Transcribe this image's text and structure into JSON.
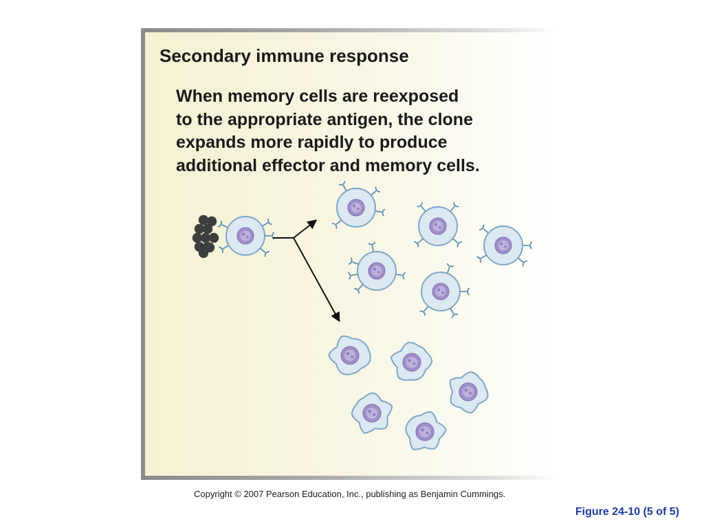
{
  "title": "Secondary immune response",
  "description": [
    "When memory cells are reexposed",
    "to the appropriate antigen, the clone",
    "expands more rapidly to produce",
    "additional effector and memory cells."
  ],
  "copyright": "Copyright © 2007 Pearson Education, Inc., publishing as Benjamin Cummings.",
  "figure_label": "Figure 24-10 (5 of 5)",
  "colors": {
    "cell_fill": "#dce8f2",
    "cell_stroke": "#7ea6c6",
    "nucleus": "#a08fc8",
    "receptor": "#5d8fb3",
    "antigen": "#3d3d3d",
    "arrow": "#111111",
    "figure_label": "#1f3aa6"
  },
  "icons": {
    "memory_cell": "memory-cell-icon",
    "effector_cell": "effector-cell-icon",
    "antigen": "antigen-icon",
    "arrow": "arrow-icon"
  }
}
